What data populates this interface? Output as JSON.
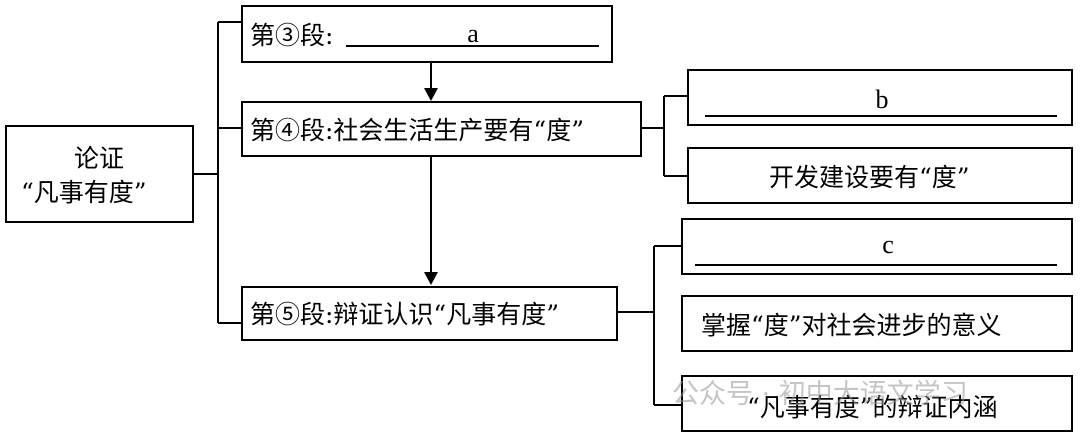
{
  "root": {
    "line1": "论证",
    "line2": "“凡事有度”"
  },
  "para3": {
    "label": "第③段:",
    "blank_letter": "a"
  },
  "para4": {
    "label": "第④段:社会生活生产要有“度”"
  },
  "para5": {
    "label": "第⑤段:辩证认识“凡事有度”"
  },
  "sub4": {
    "blank_letter": "b",
    "item2": "开发建设要有“度”"
  },
  "sub5": {
    "blank_letter": "c",
    "item2": "掌握“度”对社会进步的意义",
    "item3": "“凡事有度”的辩证内涵"
  },
  "watermark": "公众号 · 初中大语文学习"
}
